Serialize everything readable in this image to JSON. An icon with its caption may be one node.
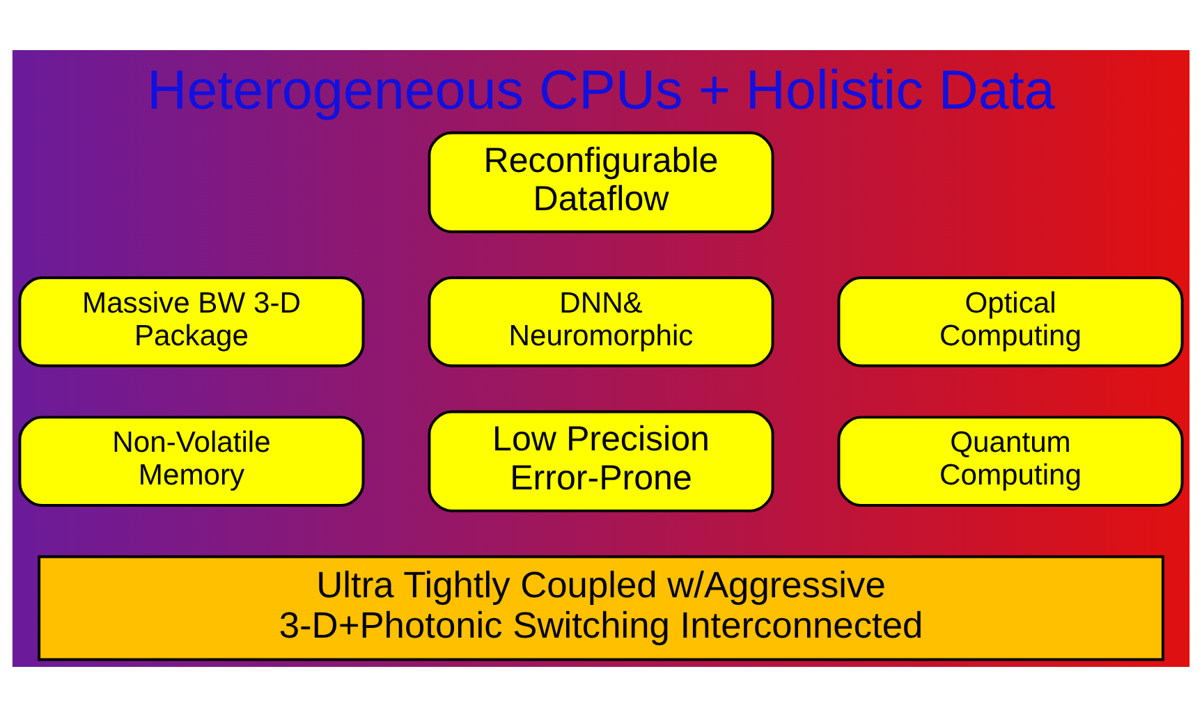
{
  "diagram": {
    "title": "Heterogeneous CPUs + Holistic Data",
    "nodes": [
      {
        "text": [
          "Reconfigurable Dataflow"
        ]
      },
      {
        "text": [
          "Massive BW 3-D Package"
        ]
      },
      {
        "text": [
          "DNN& Neuromorphic"
        ]
      },
      {
        "text": [
          "Optical Computing"
        ]
      },
      {
        "text": [
          "Non-Volatile Memory"
        ]
      },
      {
        "text": [
          "Low Precision Error-Prone"
        ]
      },
      {
        "text": [
          "Quantum Computing"
        ]
      },
      {
        "text": [
          "Ultra Tightly Coupled w/Aggressive 3-D+Photonic Switching Interconnected"
        ]
      }
    ]
  }
}
